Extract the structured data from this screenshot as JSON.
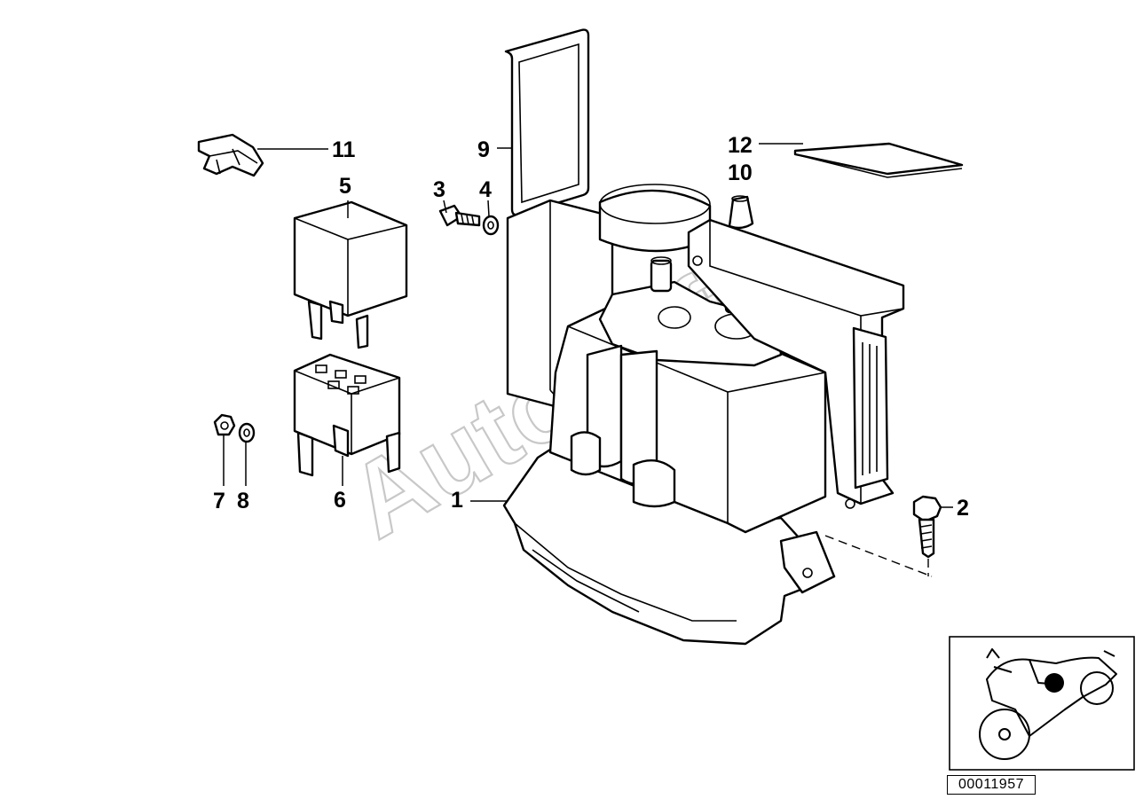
{
  "callouts": {
    "c1": "1",
    "c2": "2",
    "c3": "3",
    "c4": "4",
    "c5": "5",
    "c6": "6",
    "c7": "7",
    "c8": "8",
    "c9": "9",
    "c10": "10",
    "c11": "11",
    "c12": "12"
  },
  "watermark": "AutoSoft",
  "diagram_code": "00011957",
  "location_marker_color": "#000000"
}
